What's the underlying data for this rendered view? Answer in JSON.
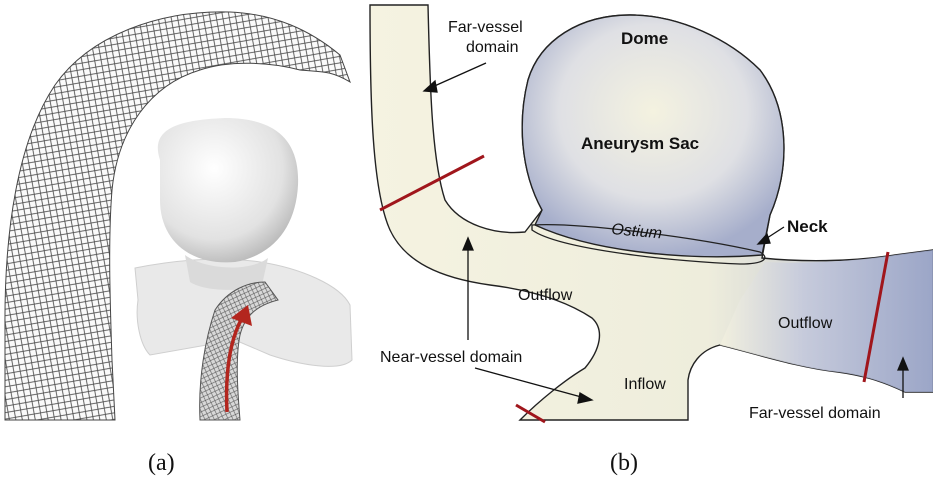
{
  "panel_a": {
    "caption": "(a)"
  },
  "panel_b": {
    "caption": "(b)",
    "labels": {
      "dome": "Dome",
      "sac": "Aneurysm Sac",
      "ostium": "Ostium",
      "neck": "Neck",
      "far_vessel_top_line1": "Far-vessel",
      "far_vessel_top_line2": "domain",
      "outflow_left": "Outflow",
      "outflow_right": "Outflow",
      "near_vessel": "Near-vessel domain",
      "inflow": "Inflow",
      "far_vessel_bottom": "Far-vessel domain"
    }
  },
  "colors": {
    "cut_line": "#a0161c",
    "vessel_fill": "#f3f1df",
    "vessel_shade": "#9aa4c6",
    "outline": "#222222"
  }
}
